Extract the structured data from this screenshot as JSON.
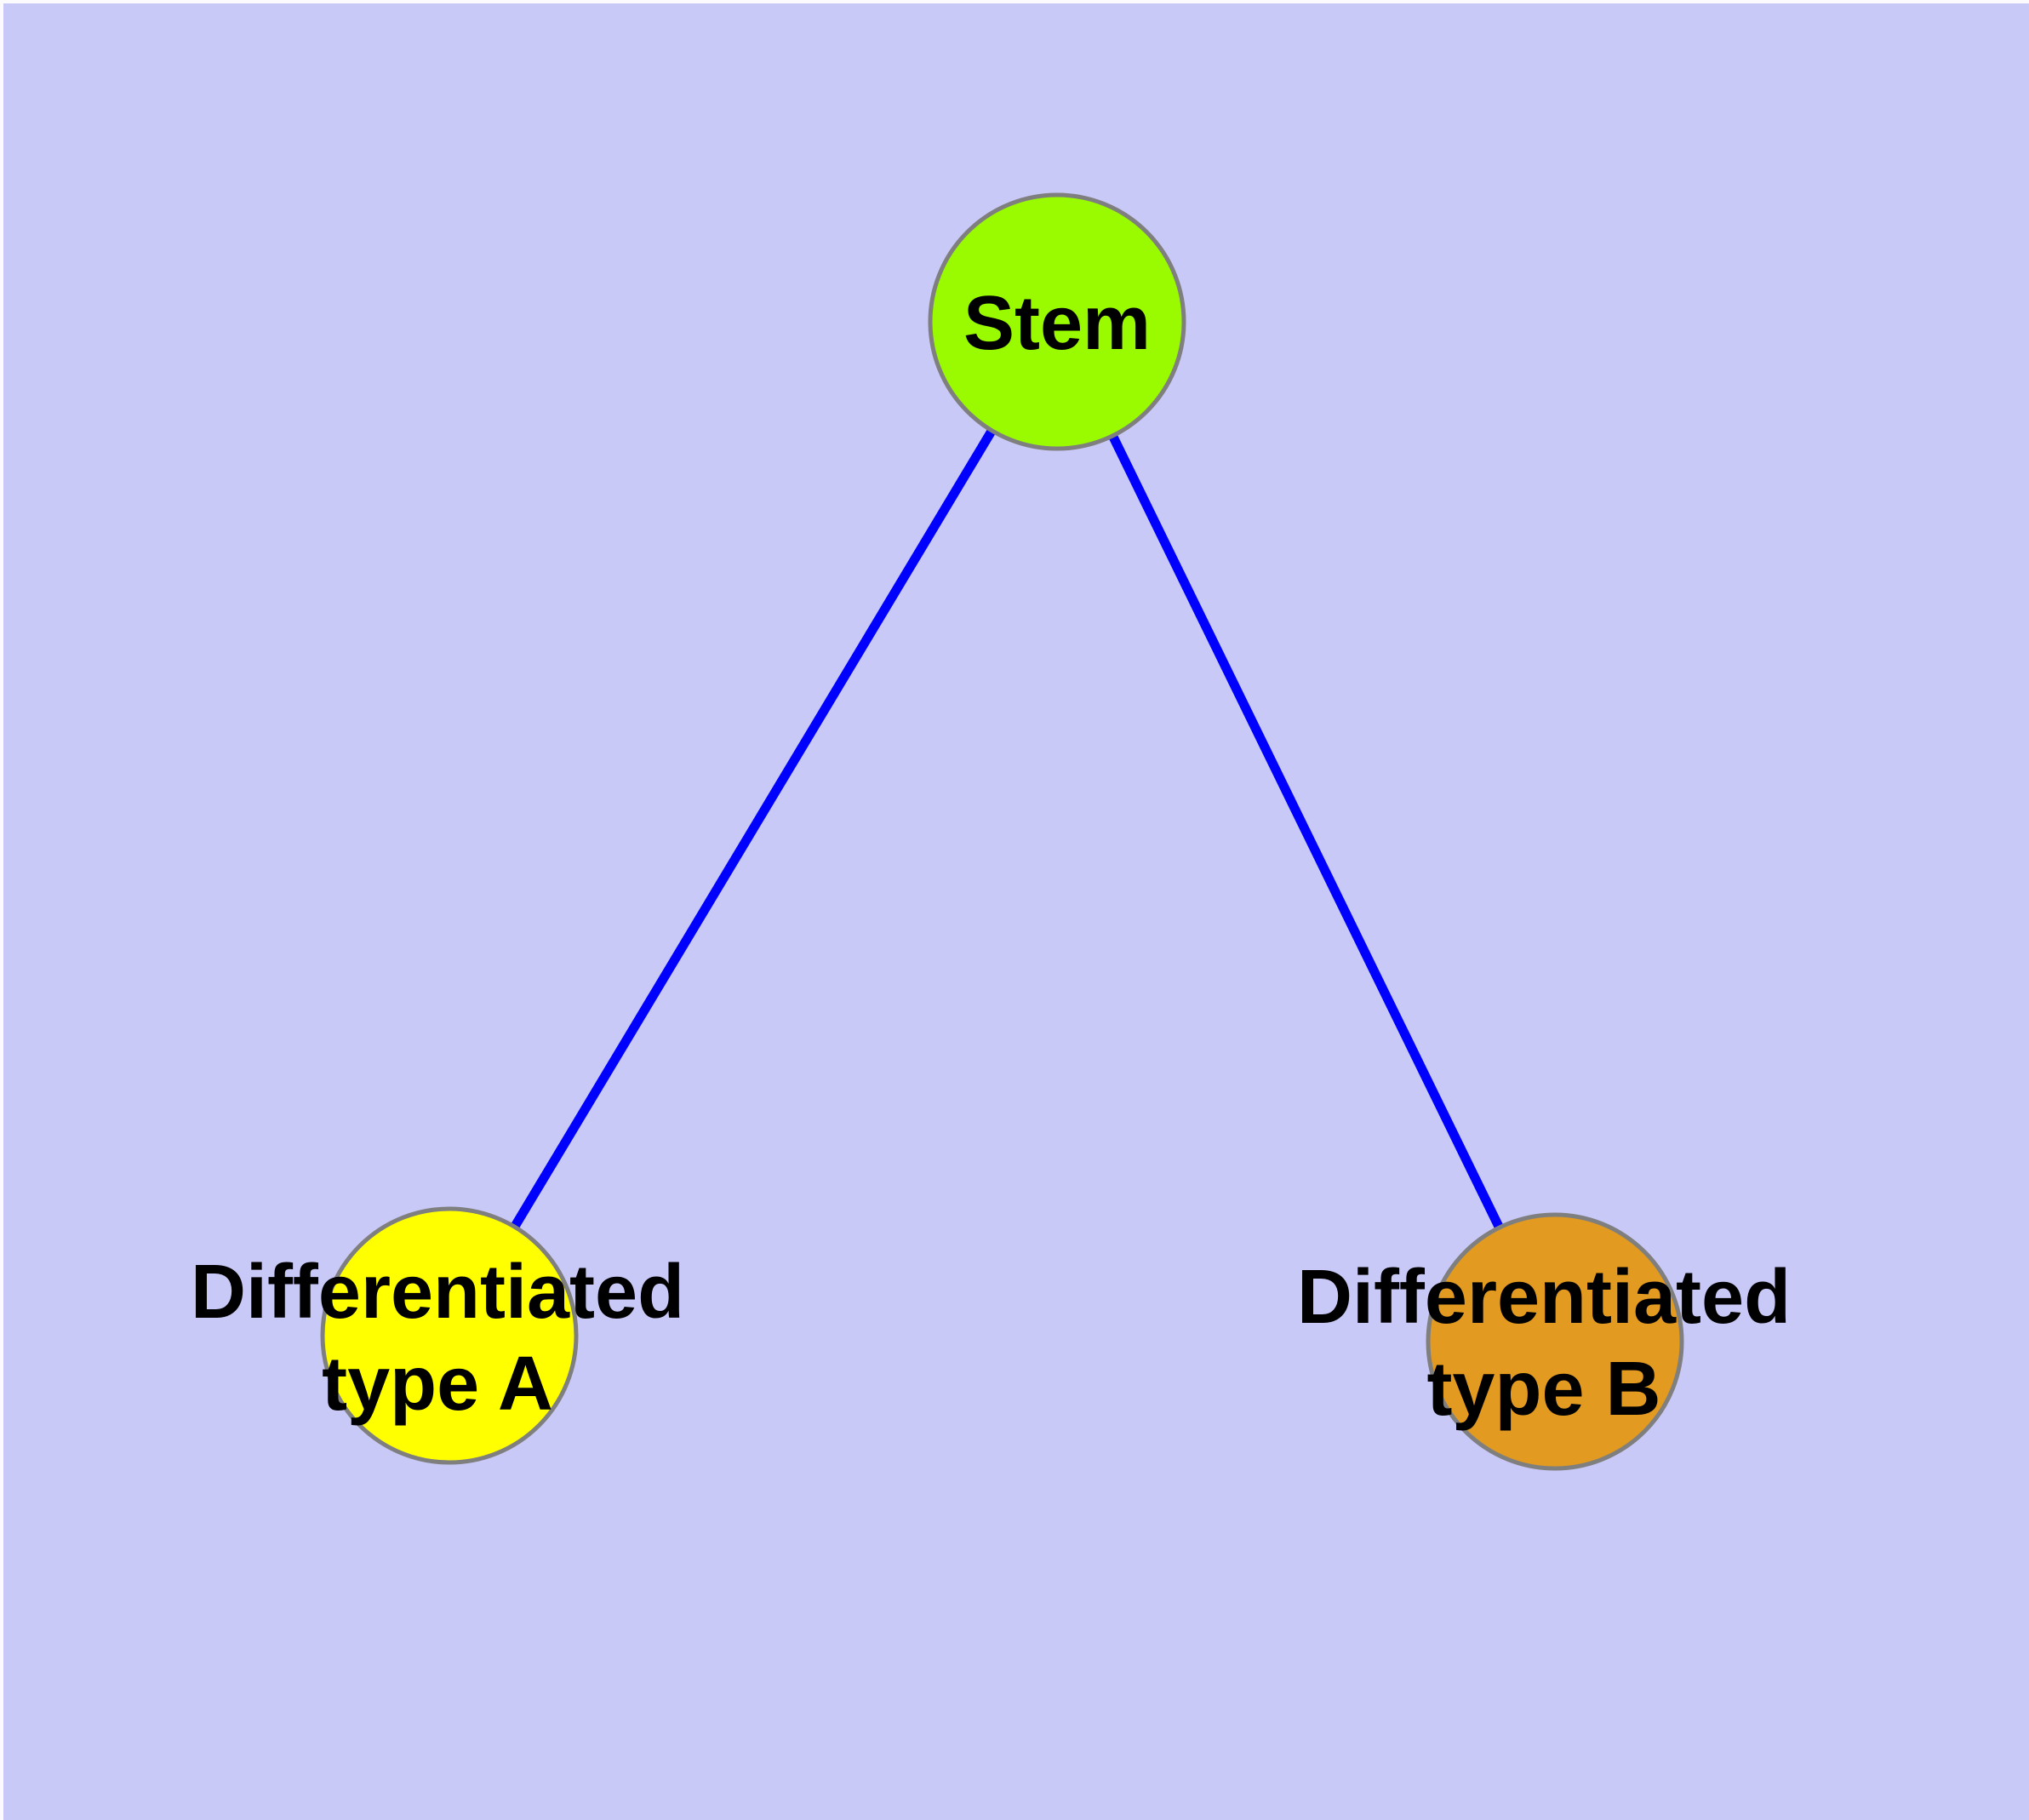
{
  "diagram": {
    "type": "node-link-graph",
    "background_color": "#C9C9F7",
    "edge_color": "#0000FF",
    "node_border_color": "#7F7F7F",
    "label_color": "#000000",
    "nodes": [
      {
        "id": "stem",
        "label": "Stem",
        "fill": "#9AFA00",
        "position": "top-center"
      },
      {
        "id": "differentiated-type-a",
        "label": "Differentiated\ntype A",
        "fill": "#FFFF00",
        "position": "bottom-left"
      },
      {
        "id": "differentiated-type-b",
        "label": "Differentiated\ntype B",
        "fill": "#E29A20",
        "position": "bottom-right"
      }
    ],
    "edges": [
      {
        "from": "stem",
        "to": "differentiated-type-a"
      },
      {
        "from": "stem",
        "to": "differentiated-type-b"
      }
    ]
  }
}
